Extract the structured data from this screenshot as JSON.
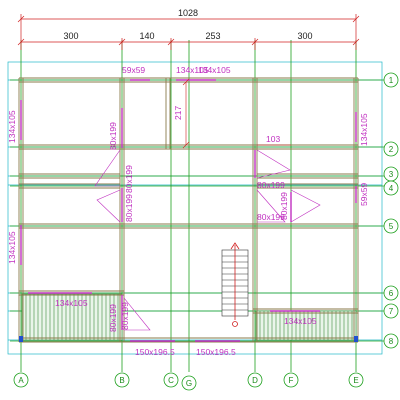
{
  "dimensions": {
    "overall": "1028",
    "top_segments": [
      "300",
      "140",
      "253",
      "300"
    ]
  },
  "column_axes": [
    "A",
    "B",
    "C",
    "G",
    "D",
    "F",
    "E"
  ],
  "row_axes": [
    "1",
    "2",
    "3",
    "4",
    "5",
    "6",
    "7",
    "8"
  ],
  "annotations": {
    "opening_1": "59x59",
    "opening_2": "134x105",
    "opening_3": "134x105",
    "opening_4": "134x105",
    "opening_5": "134x105",
    "opening_6": "80x199",
    "opening_7": "80x199",
    "opening_8": "80x199",
    "opening_9": "80x199",
    "opening_10": "80x199",
    "opening_11": "80x199",
    "opening_12": "80x199",
    "opening_13": "134x105",
    "opening_14": "80x199",
    "opening_15": "59x59",
    "opening_16": "134x105",
    "opening_17": "150x196.5",
    "opening_18": "150x196.5",
    "dim_217": "217",
    "dim_103": "103"
  },
  "colors": {
    "wall": "#8a7a4a",
    "axis": "#1ea01e",
    "grid_cyan": "#22b8c8",
    "annotation": "#c030c0",
    "dim_red": "#d02020",
    "terrace": "#3a8a3a"
  }
}
